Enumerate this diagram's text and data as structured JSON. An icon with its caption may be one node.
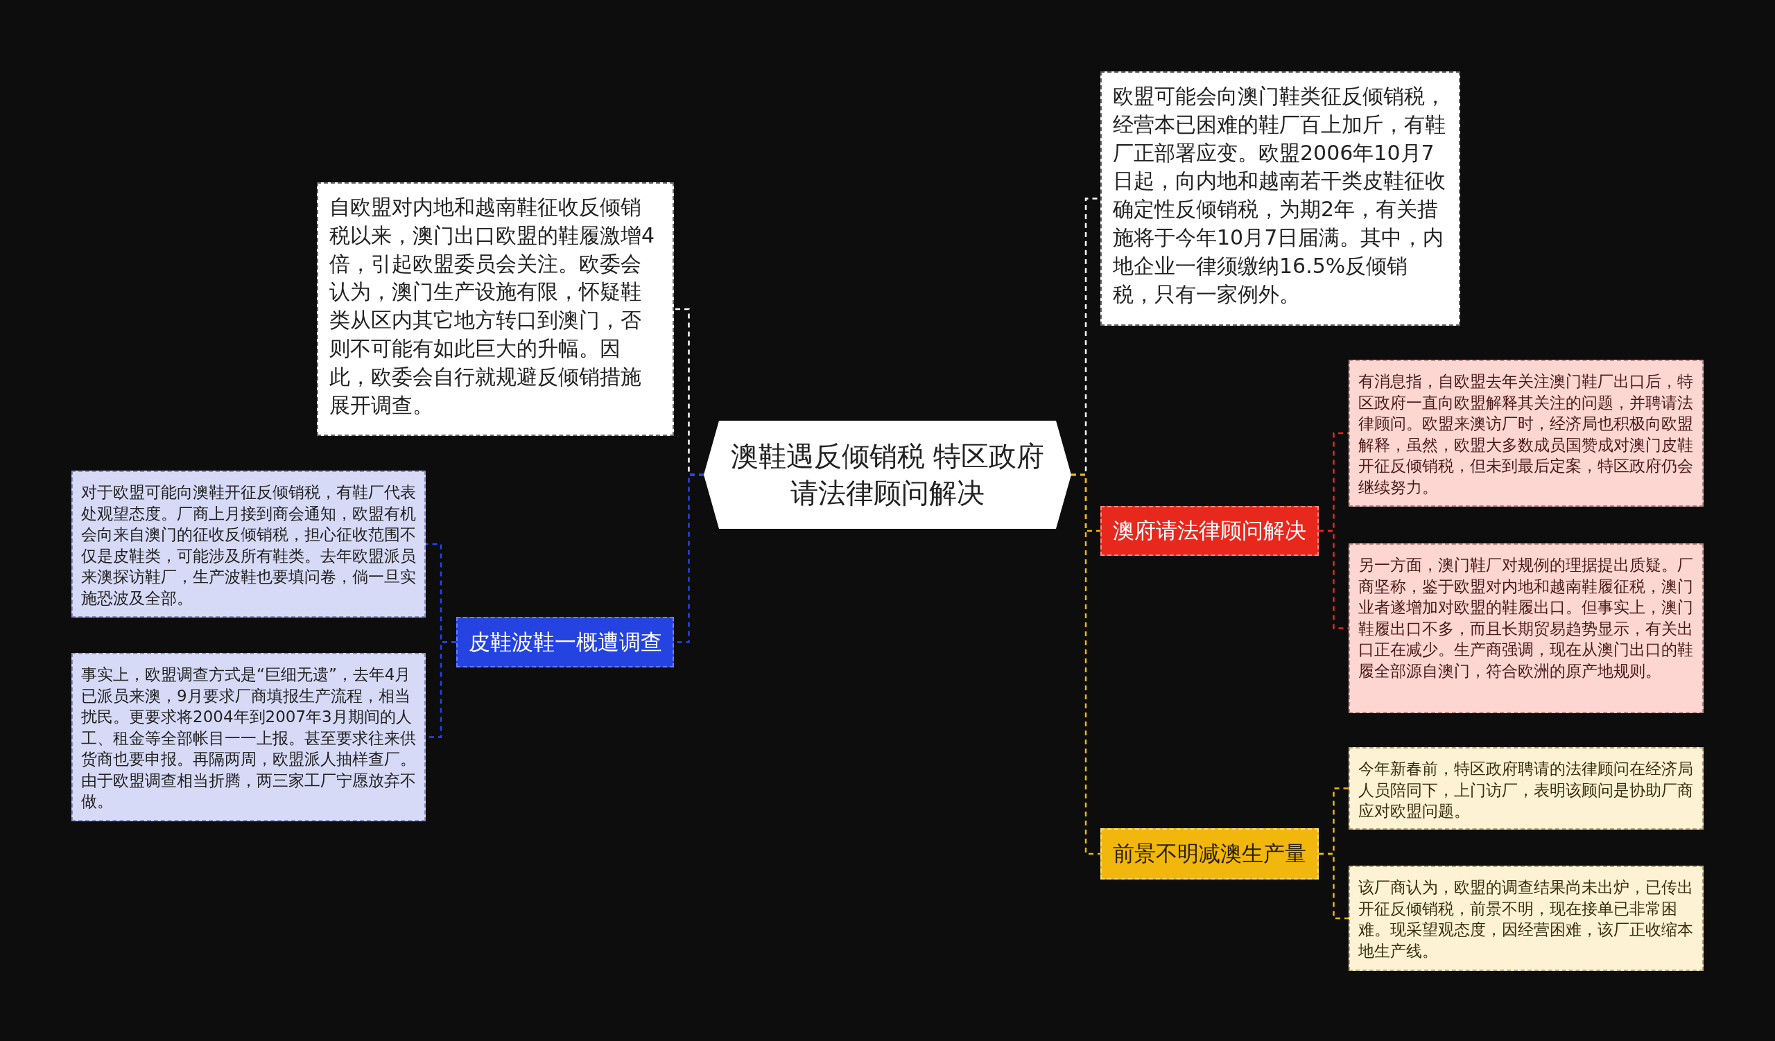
{
  "diagram": {
    "nodes": [
      {
        "text": [
          "澳鞋遇反倾销税 特区政府请法律顾问解决"
        ]
      },
      {
        "text": [
          "自欧盟对内地和越南鞋征收反倾销税以来，澳门出口欧盟的鞋履激增4倍，引起欧盟委员会关注。欧委会认为，澳门生产设施有限，怀疑鞋类从区内其它地方转口到澳门，否则不可能有如此巨大的升幅。因此，欧委会自行就规避反倾销措施展开调查。"
        ]
      },
      {
        "text": [
          "皮鞋波鞋一概遭调查"
        ]
      },
      {
        "text": [
          "对于欧盟可能向澳鞋开征反倾销税，有鞋厂代表处观望态度。厂商上月接到商会通知，欧盟有机会向来自澳门的征收反倾销税，担心征收范围不仅是皮鞋类，可能涉及所有鞋类。去年欧盟派员来澳探访鞋厂，生产波鞋也要填问卷，倘一旦实施恐波及全部。"
        ]
      },
      {
        "text": [
          "事实上，欧盟调查方式是“巨细无遗”，去年4月已派员来澳，9月要求厂商填报生产流程，相当扰民。更要求将2004年到2007年3月期间的人工、租金等全部帐目一一上报。甚至要求往来供货商也要申报。再隔两周，欧盟派人抽样查厂。由于欧盟调查相当折腾，两三家工厂宁愿放弃不做。"
        ]
      },
      {
        "text": [
          "欧盟可能会向澳门鞋类征反倾销税，经营本已困难的鞋厂百上加斤，有鞋厂正部署应变。欧盟2006年10月7日起，向内地和越南若干类皮鞋征收确定性反倾销税，为期2年，有关措施将于今年10月7日届满。其中，内地企业一律须缴纳16.5%反倾销税，只有一家例外。"
        ]
      },
      {
        "text": [
          "澳府请法律顾问解决"
        ]
      },
      {
        "text": [
          "有消息指，自欧盟去年关注澳门鞋厂出口后，特区政府一直向欧盟解释其关注的问题，并聘请法律顾问。欧盟来澳访厂时，经济局也积极向欧盟解释，虽然，欧盟大多数成员国赞成对澳门皮鞋开征反倾销税，但未到最后定案，特区政府仍会继续努力。"
        ]
      },
      {
        "text": [
          "另一方面，澳门鞋厂对规例的理据提出质疑。厂商坚称，鉴于欧盟对内地和越南鞋履征税，澳门业者遂增加对欧盟的鞋履出口。但事实上，澳门鞋履出口不多，而且长期贸易趋势显示，有关出口正在减少。生产商强调，现在从澳门出口的鞋履全部源自澳门，符合欧洲的原产地规则。"
        ]
      },
      {
        "text": [
          "前景不明减澳生产量"
        ]
      },
      {
        "text": [
          "今年新春前，特区政府聘请的法律顾问在经济局人员陪同下，上门访厂，表明该顾问是协助厂商应对欧盟问题。"
        ]
      },
      {
        "text": [
          "该厂商认为，欧盟的调查结果尚未出炉，已传出开征反倾销税，前景不明，现在接单已非常困难。现采望观态度，因经营困难，该厂正收缩本地生产线。"
        ]
      }
    ],
    "edges": [
      {
        "from": 0,
        "to": 1,
        "arrow": "none",
        "style": "dashed",
        "color": "#ffffff"
      },
      {
        "from": 0,
        "to": 2,
        "arrow": "none",
        "style": "dashed",
        "color": "#2b45e0"
      },
      {
        "from": 2,
        "to": 3,
        "arrow": "none",
        "style": "dashed",
        "color": "#2b45e0"
      },
      {
        "from": 2,
        "to": 4,
        "arrow": "none",
        "style": "dashed",
        "color": "#2b45e0"
      },
      {
        "from": 0,
        "to": 5,
        "arrow": "none",
        "style": "dashed",
        "color": "#ffffff"
      },
      {
        "from": 0,
        "to": 6,
        "arrow": "none",
        "style": "dashed",
        "color": "#f2b70d"
      },
      {
        "from": 6,
        "to": 7,
        "arrow": "none",
        "style": "dashed",
        "color": "#e8281c"
      },
      {
        "from": 6,
        "to": 8,
        "arrow": "none",
        "style": "dashed",
        "color": "#e8281c"
      },
      {
        "from": 0,
        "to": 9,
        "arrow": "none",
        "style": "dashed",
        "color": "#f2b70d"
      },
      {
        "from": 9,
        "to": 10,
        "arrow": "none",
        "style": "dashed",
        "color": "#f2b70d"
      },
      {
        "from": 9,
        "to": 11,
        "arrow": "none",
        "style": "dashed",
        "color": "#f2b70d"
      }
    ]
  }
}
